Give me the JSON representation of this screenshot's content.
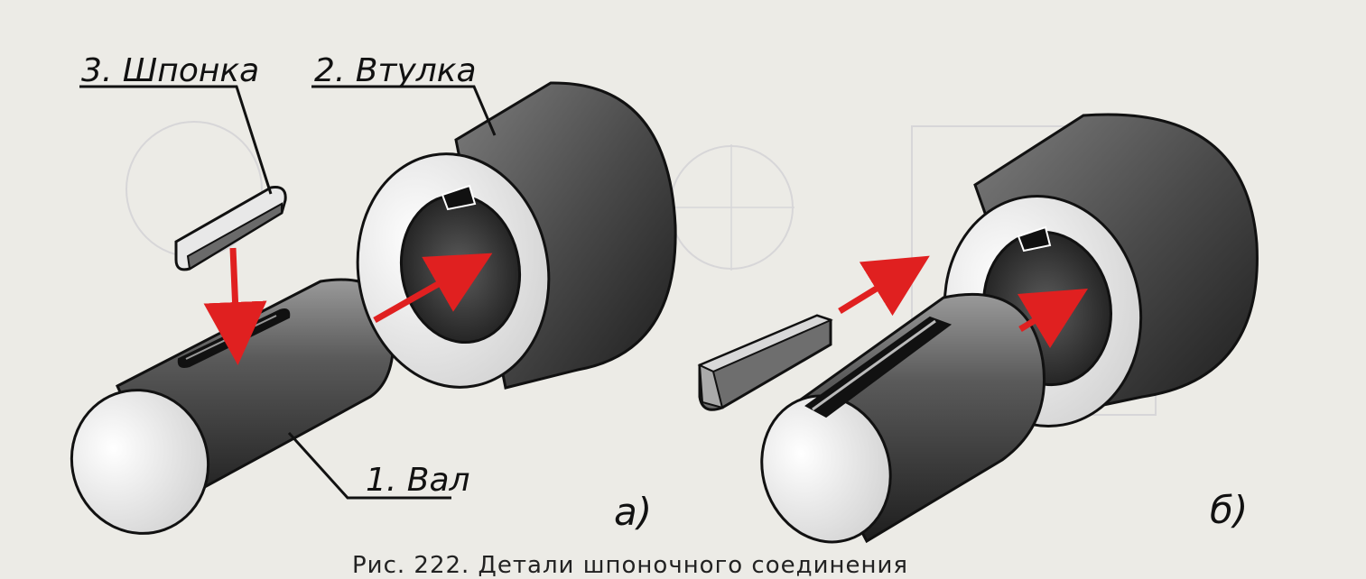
{
  "figure_a": {
    "label_key": "3. Шпонка",
    "label_hub": "2. Втулка",
    "label_shaft": "1. Вал",
    "panel_letter": "а)"
  },
  "figure_b": {
    "panel_letter": "б)"
  },
  "caption": "Рис. 222. Детали шпоночного соединения",
  "colors": {
    "arrow": "#e02020",
    "body_dark": "#3a3a3a",
    "body_mid": "#8a8a8a",
    "face_light": "#efefef"
  }
}
